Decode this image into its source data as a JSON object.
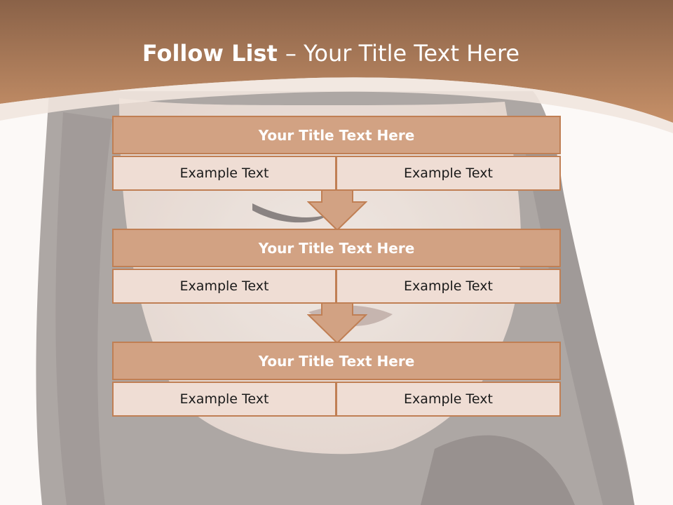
{
  "title": {
    "bold": "Follow List ",
    "rest": " – Your Title Text Here"
  },
  "colors": {
    "band_top": "#8a6248",
    "band_bottom": "#c69068",
    "header_fill": "#d2a283",
    "cell_fill": "#efddd4",
    "border": "#c07f54",
    "page": "#fbf7f4"
  },
  "stages": [
    {
      "title": "Your Title Text Here",
      "left": "Example Text",
      "right": "Example Text"
    },
    {
      "title": "Your Title Text Here",
      "left": "Example Text",
      "right": "Example Text"
    },
    {
      "title": "Your Title Text Here",
      "left": "Example Text",
      "right": "Example Text"
    }
  ],
  "background_image": "portrait-photo"
}
